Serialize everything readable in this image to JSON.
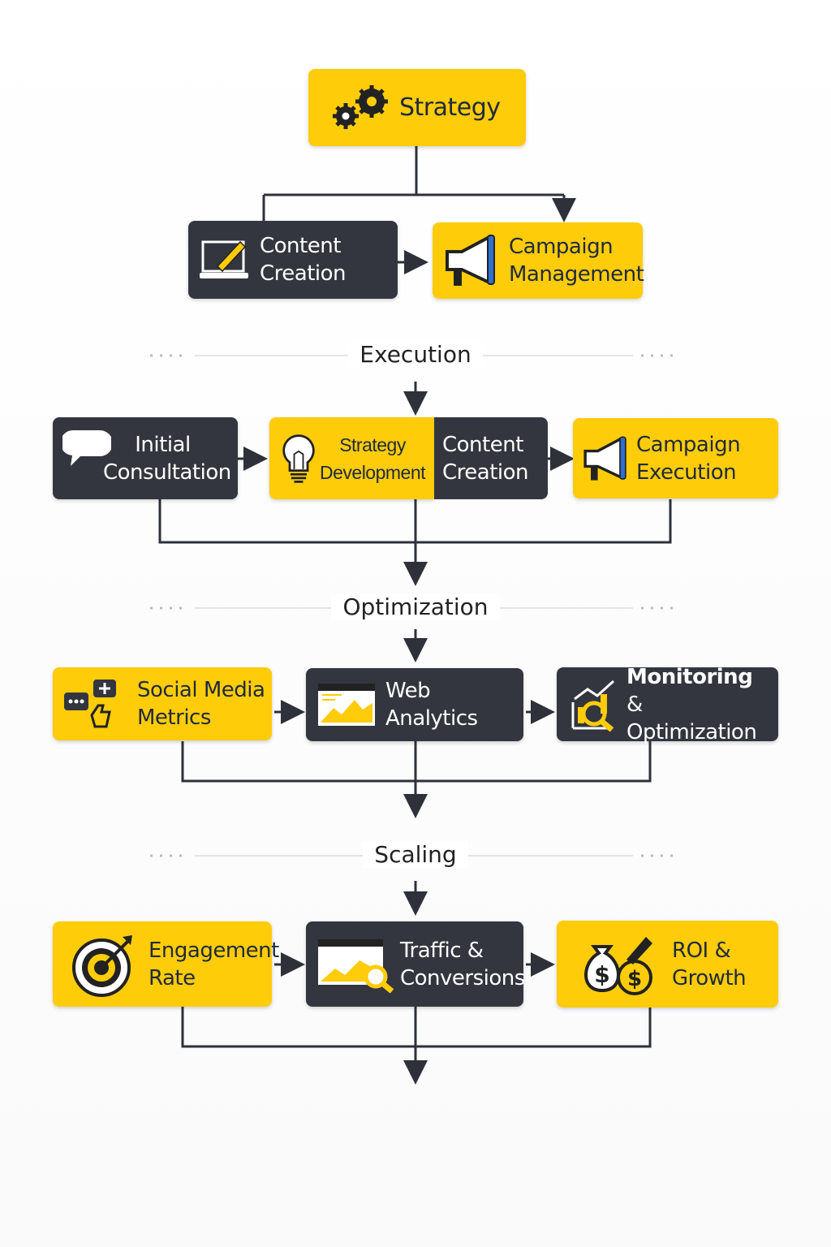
{
  "colors": {
    "accent": "#FFCC0A",
    "dark": "#33363f",
    "line": "#2e3139"
  },
  "top": {
    "strategy": {
      "label": "Strategy",
      "icon": "gears-icon"
    },
    "content_creation": {
      "line1": "Content",
      "line2": "Creation",
      "icon": "laptop-pencil-icon"
    },
    "campaign_management": {
      "line1": "Campaign",
      "line2": "Management",
      "icon": "megaphone-icon"
    }
  },
  "sections": [
    {
      "title": "Execution",
      "nodes": [
        {
          "line1": "Initial",
          "line2": "Consultation",
          "icon": "speech-bubble-icon"
        },
        {
          "line1": "Strategy",
          "line2": "Development",
          "icon": "lightbulb-icon"
        },
        {
          "line1": "Content",
          "line2": "Creation"
        },
        {
          "line1": "Campaign",
          "line2": "Execution",
          "icon": "megaphone-icon"
        }
      ]
    },
    {
      "title": "Optimization",
      "nodes": [
        {
          "line1": "Social Media",
          "line2": "Metrics",
          "icon": "chat-thumbs-up-icon"
        },
        {
          "line1": "Web Analytics",
          "icon": "browser-chart-icon"
        },
        {
          "line1": "Monitoring",
          "line2": "& Optimization",
          "icon": "chart-magnifier-icon"
        }
      ]
    },
    {
      "title": "Scaling",
      "nodes": [
        {
          "line1": "Engagement",
          "line2": "Rate",
          "icon": "target-icon"
        },
        {
          "line1": "Traffic &",
          "line2": "Conversions",
          "icon": "browser-magnifier-icon"
        },
        {
          "line1": "ROI &",
          "line2": "Growth",
          "icon": "money-bag-icon"
        }
      ]
    }
  ]
}
